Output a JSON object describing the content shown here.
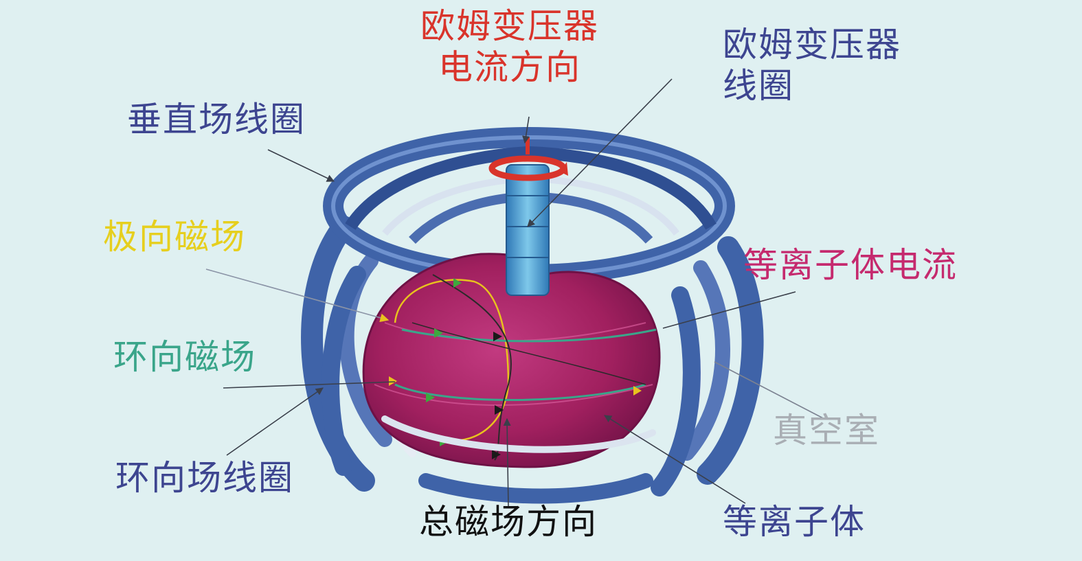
{
  "labels": {
    "ohmic_current_line1": "欧姆变压器",
    "ohmic_current_line2": "电流方向",
    "ohmic_coil_line1": "欧姆变压器",
    "ohmic_coil_line2": "线圈",
    "vertical_coil": "垂直场线圈",
    "poloidal_field": "极向磁场",
    "plasma_current": "等离子体电流",
    "toroidal_field": "环向磁场",
    "vacuum_chamber": "真空室",
    "toroidal_coil": "环向场线圈",
    "total_field": "总磁场方向",
    "plasma": "等离子体"
  },
  "colors": {
    "background": "#dff0f1",
    "coil_blue": "#3f63a8",
    "coil_dark": "#2a4680",
    "plasma_magenta": "#a1205f",
    "label_navy": "#3d4590",
    "label_red": "#d9342b",
    "label_yellow": "#e6cf1e",
    "label_magenta": "#c52a6e",
    "label_teal": "#3aa58a",
    "label_gray": "#a9aeb4",
    "label_black": "#111111",
    "field_green": "#3ea83e",
    "field_yellow": "#e8c21e"
  }
}
